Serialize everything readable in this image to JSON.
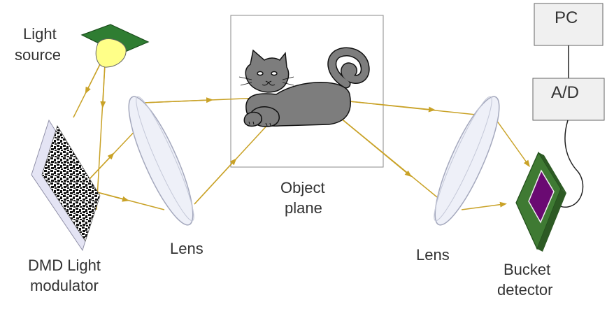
{
  "labels": {
    "light_source_1": "Light",
    "light_source_2": "source",
    "dmd_1": "DMD Light",
    "dmd_2": "modulator",
    "lens_left": "Lens",
    "object_1": "Object",
    "object_2": "plane",
    "lens_right": "Lens",
    "bucket_1": "Bucket",
    "bucket_2": "detector",
    "pc": "PC",
    "ad": "A/D"
  },
  "colors": {
    "beam": "#c9a227",
    "lens_fill": "#eef0f8",
    "lens_stroke": "#a4a8bd",
    "bulb": "#ffff88",
    "source_plate": "#2f7d32",
    "dmd_frame": "#e4e4f4",
    "detector_body": "#3f7a33",
    "detector_sensor": "#6a0a72",
    "box_fill": "#f0f0f0",
    "box_stroke": "#666666",
    "cat_fill": "#7d7d7d",
    "text": "#333333"
  },
  "icons": [
    "light-bulb-icon",
    "cat-icon",
    "lens-icon",
    "dmd-icon",
    "detector-icon"
  ]
}
